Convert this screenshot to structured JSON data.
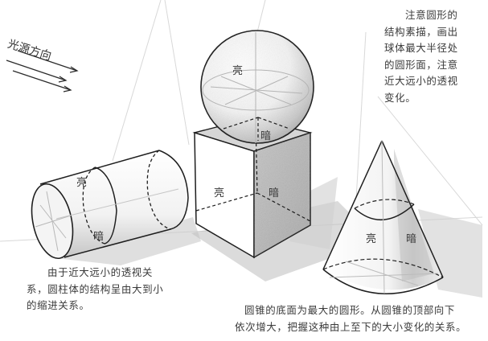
{
  "light_source": {
    "label": "光源方向",
    "arrow_count": 3,
    "icon": "arrow-right-icon"
  },
  "notes": {
    "sphere": [
      "注意圆形的",
      "结构素描，画出",
      "球体最大半径处",
      "的圆形面，注意",
      "近大远小的透视",
      "变化。"
    ],
    "cylinder": [
      "由于近大远小的透视关",
      "系，圆柱体的结构呈由大到小",
      "的缩进关系。"
    ],
    "cone": [
      "圆锥的底面为最大的圆形。从圆锥的顶部向下",
      "依次增大，把握这种由上至下的大小变化的关系。"
    ]
  },
  "shapes": {
    "sphere": {
      "light_label": "亮",
      "dark_label": "暗"
    },
    "cube": {
      "light_label": "亮",
      "dark_label": "暗"
    },
    "cylinder": {
      "light_label": "亮",
      "dark_label": "暗"
    },
    "cone": {
      "light_label": "亮",
      "dark_label": "暗"
    }
  },
  "colors": {
    "line": "#1e1e1e",
    "shadow": "#9a9a9a",
    "dark_face": "#b9b9b9",
    "paper": "#ffffff"
  }
}
